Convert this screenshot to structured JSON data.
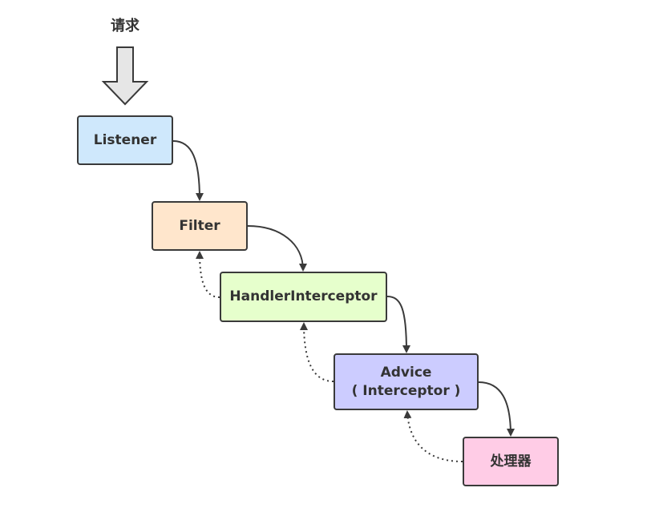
{
  "request_label": "请求",
  "nodes": {
    "listener": {
      "label": "Listener",
      "fill": "#cfe8fc"
    },
    "filter": {
      "label": "Filter",
      "fill": "#ffe6cc"
    },
    "handler_interceptor": {
      "label": "HandlerInterceptor",
      "fill": "#e6ffcc"
    },
    "advice": {
      "line1": "Advice",
      "line2": "( Interceptor )",
      "fill": "#ccccff"
    },
    "processor": {
      "label": "处理器",
      "fill": "#ffcce6"
    }
  },
  "colors": {
    "stroke": "#3a3a3a",
    "text": "#333333",
    "request_arrow_fill": "#e6e6e6"
  }
}
